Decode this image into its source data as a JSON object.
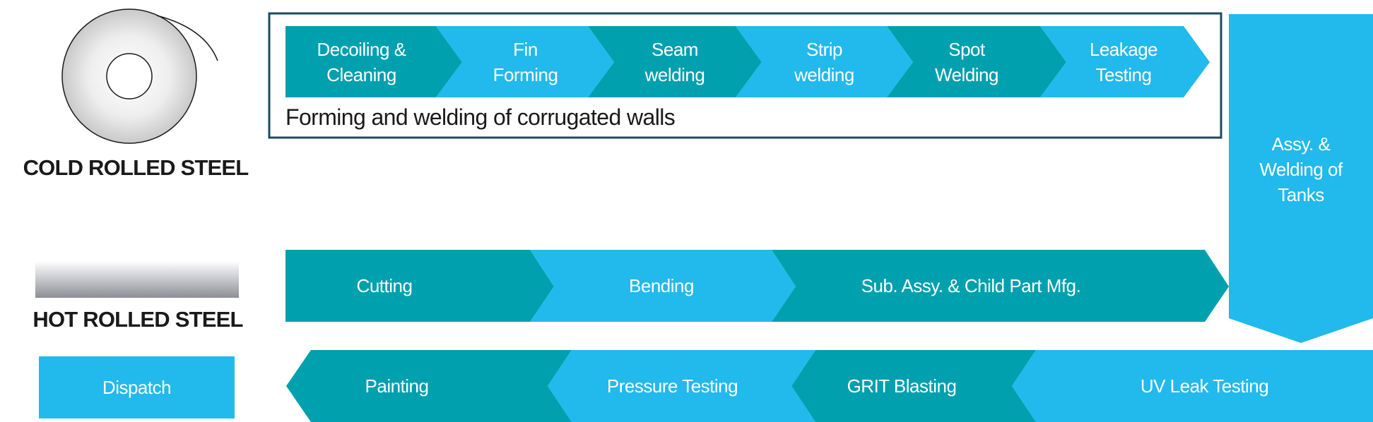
{
  "colors": {
    "teal": "#00a0ae",
    "sky": "#22b9ec",
    "frame": "#1b4a63",
    "ink": "#1a1a1a"
  },
  "materials": {
    "cold": {
      "label": "COLD ROLLED STEEL",
      "icon": "steel-coil-icon"
    },
    "hot": {
      "label": "HOT ROLLED STEEL",
      "icon": "steel-bar-icon"
    }
  },
  "walls_group": {
    "caption": "Forming and welding of corrugated walls",
    "steps": [
      {
        "label": "Decoiling &\nCleaning",
        "color": "teal"
      },
      {
        "label": "Fin\nForming",
        "color": "sky"
      },
      {
        "label": "Seam\nwelding",
        "color": "teal"
      },
      {
        "label": "Strip\nwelding",
        "color": "sky"
      },
      {
        "label": "Spot\nWelding",
        "color": "teal"
      },
      {
        "label": "Leakage\nTesting",
        "color": "sky"
      }
    ]
  },
  "hot_line": {
    "steps": [
      {
        "label": "Cutting",
        "color": "teal"
      },
      {
        "label": "Bending",
        "color": "sky"
      },
      {
        "label": "Sub. Assy. & Child Part Mfg.",
        "color": "teal"
      }
    ]
  },
  "assembly": {
    "label": "Assy. &\nWelding of\nTanks",
    "color": "sky"
  },
  "return_line": {
    "steps": [
      {
        "label": "Painting",
        "color": "teal"
      },
      {
        "label": "Pressure Testing",
        "color": "sky"
      },
      {
        "label": "GRIT Blasting",
        "color": "teal"
      },
      {
        "label": "UV Leak Testing",
        "color": "sky"
      }
    ]
  },
  "dispatch": {
    "label": "Dispatch",
    "color": "sky"
  }
}
